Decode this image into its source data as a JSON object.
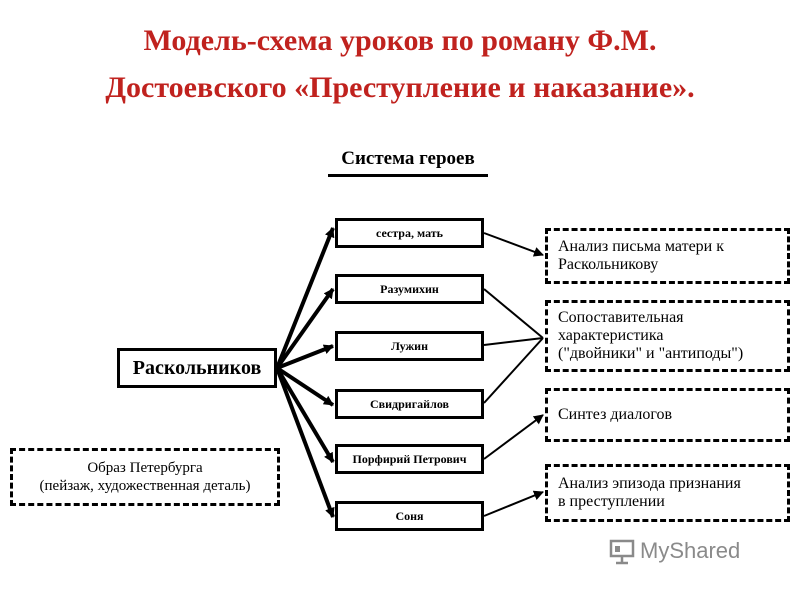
{
  "title": {
    "line1": "Модель-схема уроков по роману Ф.М.",
    "line2": "Достоевского «Преступление и наказание»."
  },
  "system_title": "Система героев",
  "main_hero": "Раскольников",
  "heroes": [
    "сестра, мать",
    "Разумихин",
    "Лужин",
    "Свидригайлов",
    "Порфирий Петрович",
    "Соня"
  ],
  "petersburg": {
    "line1": "Образ Петербурга",
    "line2": "(пейзаж, художественная деталь)"
  },
  "lessons": {
    "letter": {
      "line1": "Анализ письма матери к",
      "line2": "Раскольникову"
    },
    "compare": {
      "line1": "Сопоставительная",
      "line2": "характеристика",
      "line3": "(\"двойники\" и \"антиподы\")"
    },
    "dialogs": {
      "line1": "Синтез диалогов"
    },
    "episode": {
      "line1": "Анализ эпизода признания",
      "line2": "в преступлении"
    }
  },
  "watermark": {
    "text": "MyShared",
    "icon": "presentation-board-icon",
    "color": "#8a8a8a"
  },
  "colors": {
    "title": "#c0221e",
    "lines": "#000000"
  }
}
